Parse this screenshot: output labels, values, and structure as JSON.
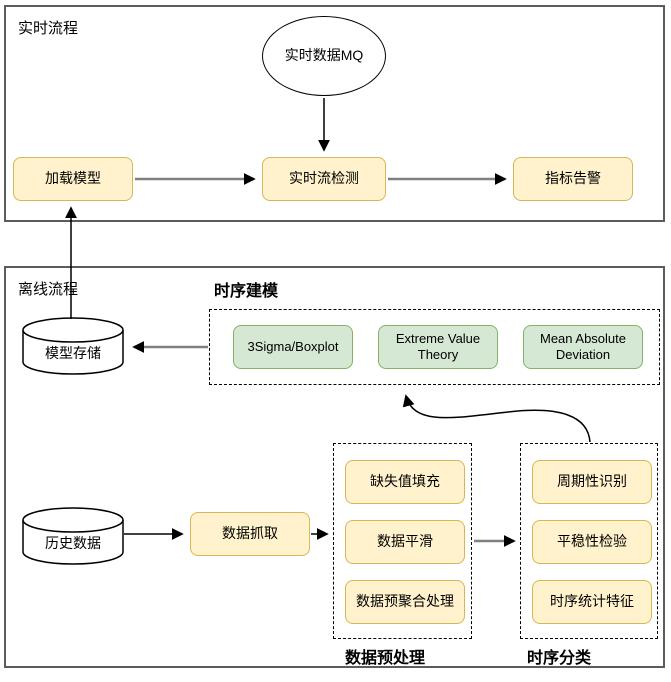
{
  "sections": {
    "realtime": {
      "label": "实时流程"
    },
    "offline": {
      "label": "离线流程"
    }
  },
  "nodes": {
    "realtime_mq": {
      "label": "实时数据MQ"
    },
    "load_model": {
      "label": "加载模型"
    },
    "realtime_detect": {
      "label": "实时流检测"
    },
    "metric_alert": {
      "label": "指标告警"
    },
    "model_store": {
      "label": "模型存储"
    },
    "history_data": {
      "label": "历史数据"
    },
    "data_fetch": {
      "label": "数据抓取"
    }
  },
  "groups": {
    "modeling": {
      "title": "时序建模",
      "items": [
        {
          "label": "3Sigma/Boxplot"
        },
        {
          "label": "Extreme Value Theory"
        },
        {
          "label": "Mean Absolute Deviation"
        }
      ]
    },
    "preprocess": {
      "title": "数据预处理",
      "items": [
        {
          "label": "缺失值填充"
        },
        {
          "label": "数据平滑"
        },
        {
          "label": "数据预聚合处理"
        }
      ]
    },
    "classify": {
      "title": "时序分类",
      "items": [
        {
          "label": "周期性识别"
        },
        {
          "label": "平稳性检验"
        },
        {
          "label": "时序统计特征"
        }
      ]
    }
  },
  "colors": {
    "process_node_fill": "#FFF2CC",
    "process_node_border": "#D6B656",
    "method_node_fill": "#D5E8D4",
    "method_node_border": "#82B366",
    "section_frame_border": "#5C5C5C",
    "arrow_gray": "#808080",
    "arrow_black": "#000000"
  }
}
